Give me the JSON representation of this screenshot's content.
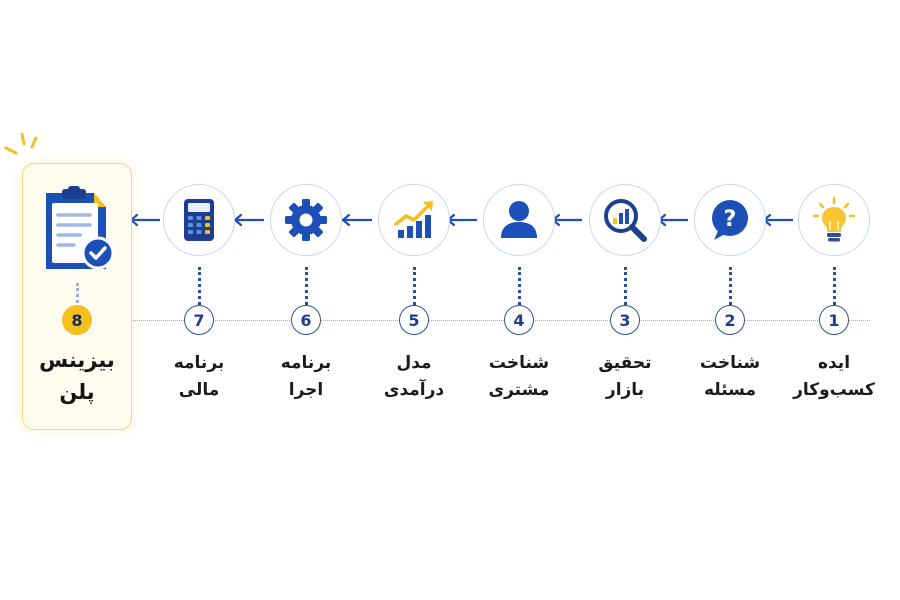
{
  "steps": [
    {
      "number": "1",
      "line1": "ایده",
      "line2": "کسب‌وکار",
      "icon": "lightbulb-icon"
    },
    {
      "number": "2",
      "line1": "شناخت",
      "line2": "مسئله",
      "icon": "question-bubble-icon"
    },
    {
      "number": "3",
      "line1": "تحقیق",
      "line2": "بازار",
      "icon": "magnifier-chart-icon"
    },
    {
      "number": "4",
      "line1": "شناخت",
      "line2": "مشتری",
      "icon": "user-icon"
    },
    {
      "number": "5",
      "line1": "مدل",
      "line2": "درآمدی",
      "icon": "growth-chart-icon"
    },
    {
      "number": "6",
      "line1": "برنامه",
      "line2": "اجرا",
      "icon": "gear-icon"
    },
    {
      "number": "7",
      "line1": "برنامه",
      "line2": "مالی",
      "icon": "calculator-icon"
    }
  ],
  "final": {
    "number": "8",
    "line1": "بیزینس",
    "line2": "پلن",
    "icon": "clipboard-check-icon"
  },
  "colors": {
    "primary": "#1d4fb8",
    "accent": "#f5c01d",
    "ring": "#c9d6ee",
    "final_border": "#f6d77b"
  }
}
